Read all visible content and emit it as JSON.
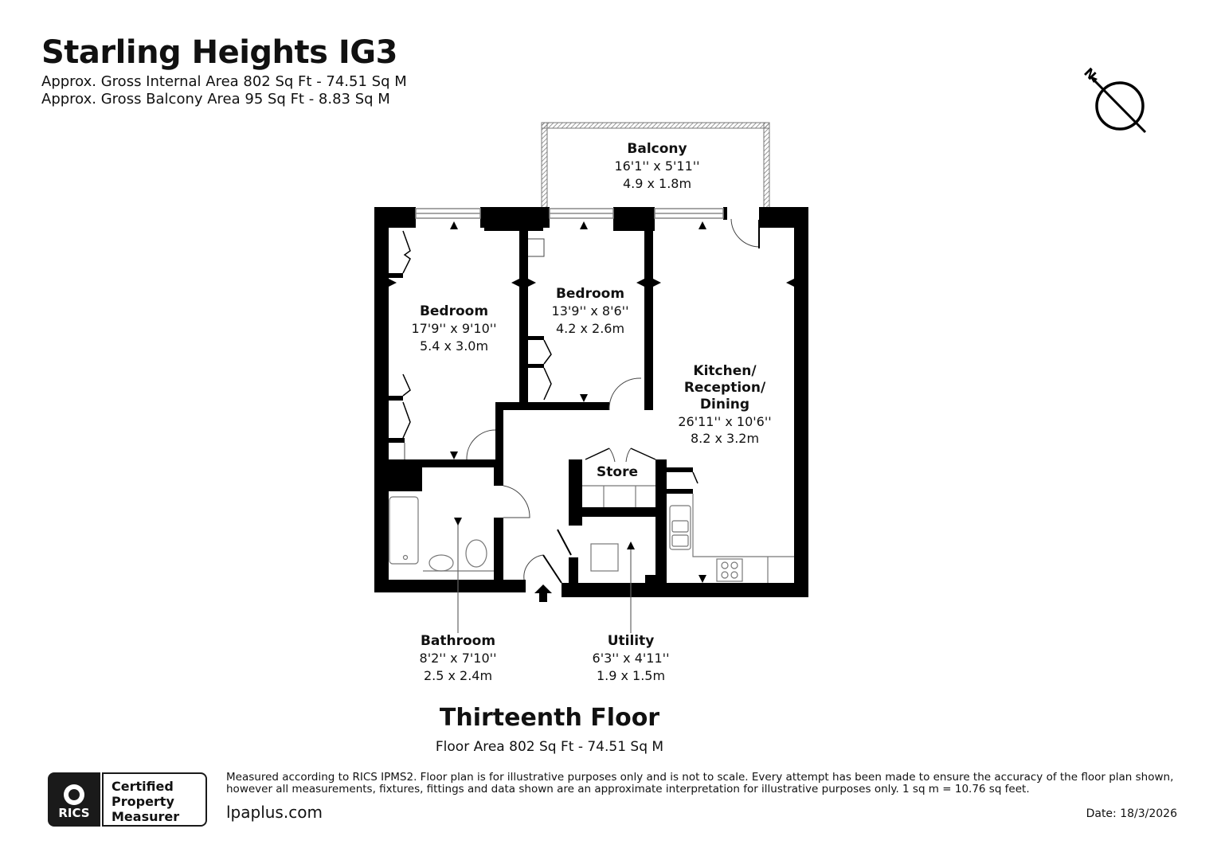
{
  "header": {
    "title": "Starling Heights IG3",
    "internal_area": "Approx. Gross Internal Area 802 Sq Ft - 74.51 Sq M",
    "balcony_area": "Approx. Gross Balcony Area 95 Sq Ft - 8.83 Sq M"
  },
  "compass": {
    "label": "N",
    "icon": "north-arrow-icon"
  },
  "rooms": {
    "balcony": {
      "name": "Balcony",
      "imperial": "16'1'' x 5'11''",
      "metric": "4.9 x 1.8m"
    },
    "bedroom1": {
      "name": "Bedroom",
      "imperial": "17'9'' x 9'10''",
      "metric": "5.4 x 3.0m"
    },
    "bedroom2": {
      "name": "Bedroom",
      "imperial": "13'9'' x 8'6''",
      "metric": "4.2 x 2.6m"
    },
    "kitchen": {
      "name_line1": "Kitchen/",
      "name_line2": "Reception/",
      "name_line3": "Dining",
      "imperial": "26'11'' x 10'6''",
      "metric": "8.2 x 3.2m"
    },
    "store": {
      "name": "Store"
    },
    "bathroom": {
      "name": "Bathroom",
      "imperial": "8'2'' x 7'10''",
      "metric": "2.5 x 2.4m"
    },
    "utility": {
      "name": "Utility",
      "imperial": "6'3'' x 4'11''",
      "metric": "1.9 x 1.5m"
    }
  },
  "floor": {
    "title": "Thirteenth Floor",
    "area": "Floor Area 802 Sq Ft - 74.51 Sq M"
  },
  "footer": {
    "badge_org": "RICS",
    "badge_line1": "Certified",
    "badge_line2": "Property",
    "badge_line3": "Measurer",
    "disclaimer_line1": "Measured according to RICS IPMS2. Floor plan is for illustrative purposes only and is not to scale. Every attempt has been made to ensure the accuracy of the floor plan shown,",
    "disclaimer_line2": "however all measurements, fixtures, fittings and data shown are an approximate interpretation for illustrative purposes only. 1 sq m = 10.76 sq feet.",
    "website": "lpaplus.com",
    "date": "Date: 18/3/2026"
  },
  "colors": {
    "wall": "#000000",
    "line": "#777777",
    "background": "#ffffff"
  }
}
